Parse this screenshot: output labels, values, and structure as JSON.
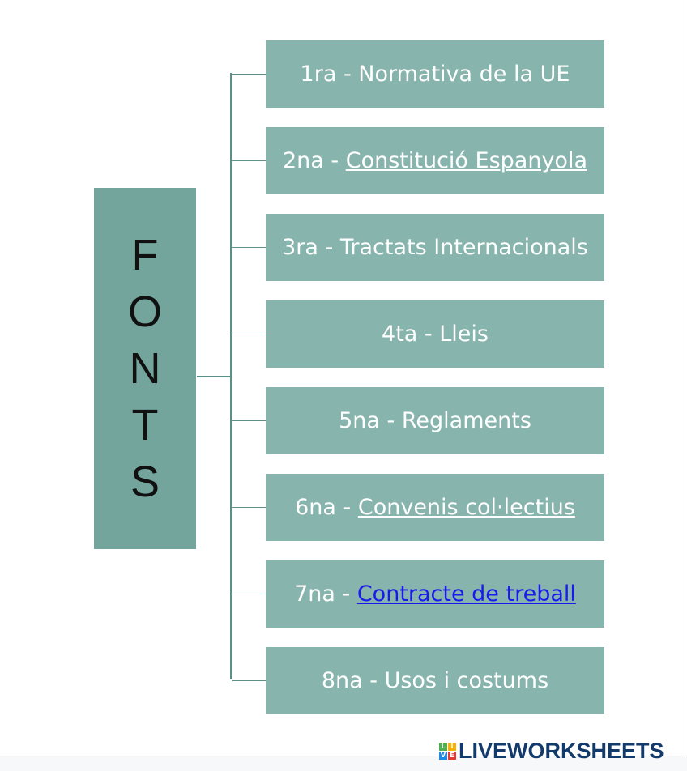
{
  "main": {
    "letters": [
      "F",
      "O",
      "N",
      "T",
      "S"
    ]
  },
  "items": [
    {
      "prefix": "1ra - ",
      "text": "Normativa de la UE",
      "style": "plain"
    },
    {
      "prefix": "2na - ",
      "text": "Constitució Espanyola",
      "style": "underline"
    },
    {
      "prefix": "3ra - ",
      "text": "Tractats Internacionals",
      "style": "plain"
    },
    {
      "prefix": "4ta - ",
      "text": "Lleis",
      "style": "plain"
    },
    {
      "prefix": "5na - ",
      "text": "Reglaments",
      "style": "plain"
    },
    {
      "prefix": "6na - ",
      "text": "Convenis col·lectius",
      "style": "underline"
    },
    {
      "prefix": "7na - ",
      "text": "Contracte de treball",
      "style": "link"
    },
    {
      "prefix": "8na - ",
      "text": "Usos i costums",
      "style": "plain"
    }
  ],
  "logo": {
    "text": "LIVEWORKSHEETS",
    "tiles": [
      "L",
      "I",
      "V",
      "E"
    ]
  }
}
